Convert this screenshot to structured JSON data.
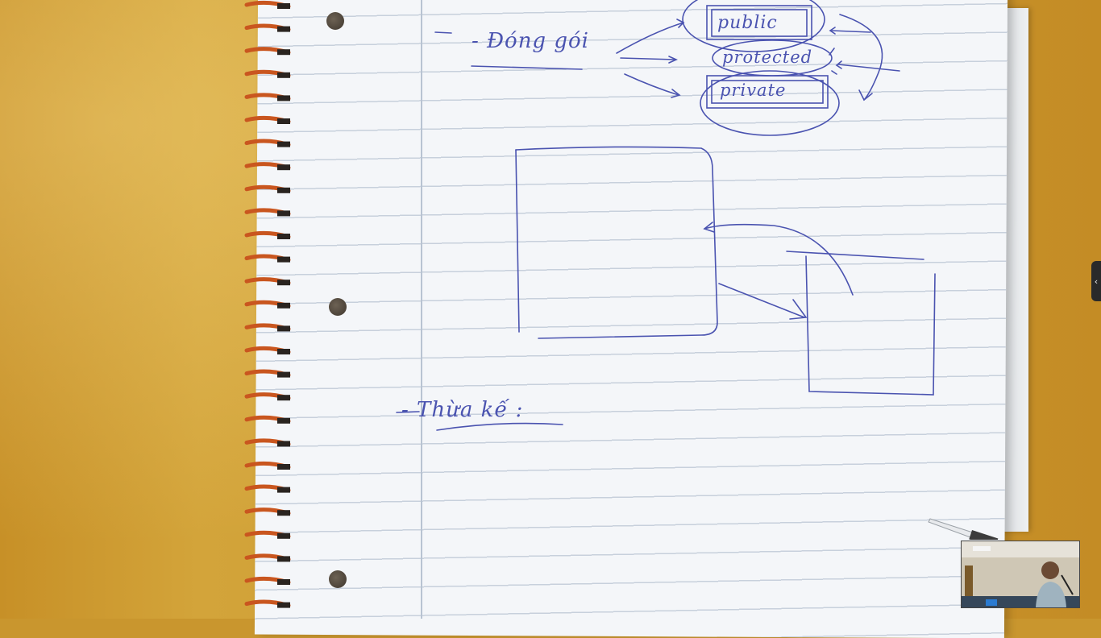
{
  "notes": {
    "heading_1": "- Đóng gói",
    "modifiers": [
      "public",
      "protected",
      "private"
    ],
    "heading_2": "- Thừa kế :"
  },
  "controls": {
    "side_panel_toggle": "‹"
  },
  "colors": {
    "ink": "#4a53b0",
    "paper": "#f4f6f9",
    "desk": "#c9962e",
    "spiral": "#c9561f"
  },
  "icons": {
    "side_panel_toggle": "chevron-left-icon"
  }
}
